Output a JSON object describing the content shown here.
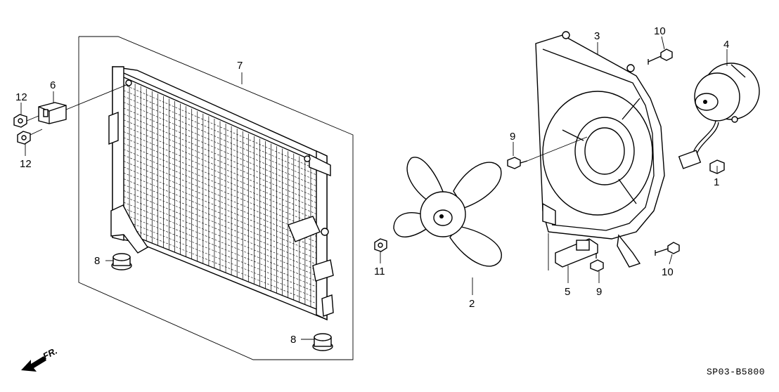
{
  "diagram": {
    "callouts": {
      "p1": "1",
      "p2": "2",
      "p3": "3",
      "p4": "4",
      "p5": "5",
      "p6": "6",
      "p7": "7",
      "p8a": "8",
      "p8b": "8",
      "p9a": "9",
      "p9b": "9",
      "p10a": "10",
      "p10b": "10",
      "p11": "11",
      "p12a": "12",
      "p12b": "12"
    },
    "direction_label": "FR.",
    "drawing_code": "SP03-B5800"
  }
}
